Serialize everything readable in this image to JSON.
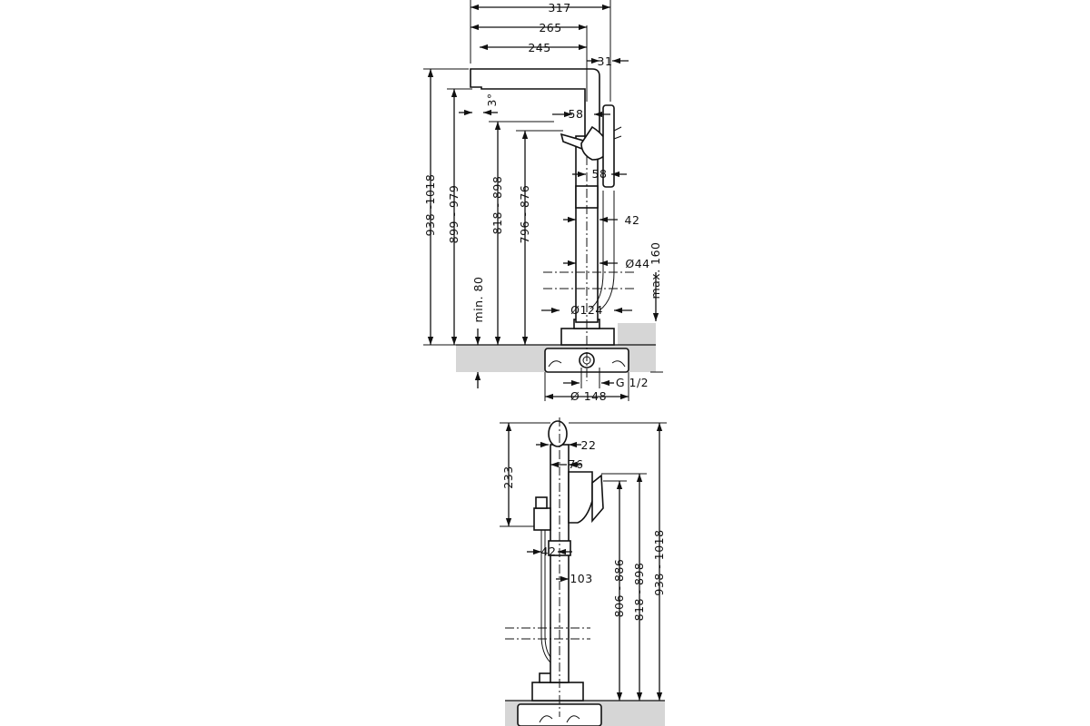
{
  "drawing_front": {
    "dimensions": {
      "d317": "317",
      "d265": "265",
      "d245": "245",
      "d31": "31",
      "d3deg": "3°",
      "d58a": "58",
      "d58b": "58",
      "d42": "42",
      "d44": "Ø44",
      "dmax160": "max. 160",
      "d124": "Ø124",
      "dG12": "G 1/2",
      "d148": "Ø 148",
      "dmin80": "min. 80",
      "d796": "796 - 876",
      "d818": "818 - 898",
      "d899": "899 - 979",
      "d938": "938 -1018"
    }
  },
  "drawing_side": {
    "dimensions": {
      "d22": "22",
      "d76": "76",
      "d233": "233",
      "d42": "42",
      "d103": "103",
      "d806": "806 - 886",
      "d818": "818 - 898",
      "d938": "938 - 1018"
    }
  }
}
